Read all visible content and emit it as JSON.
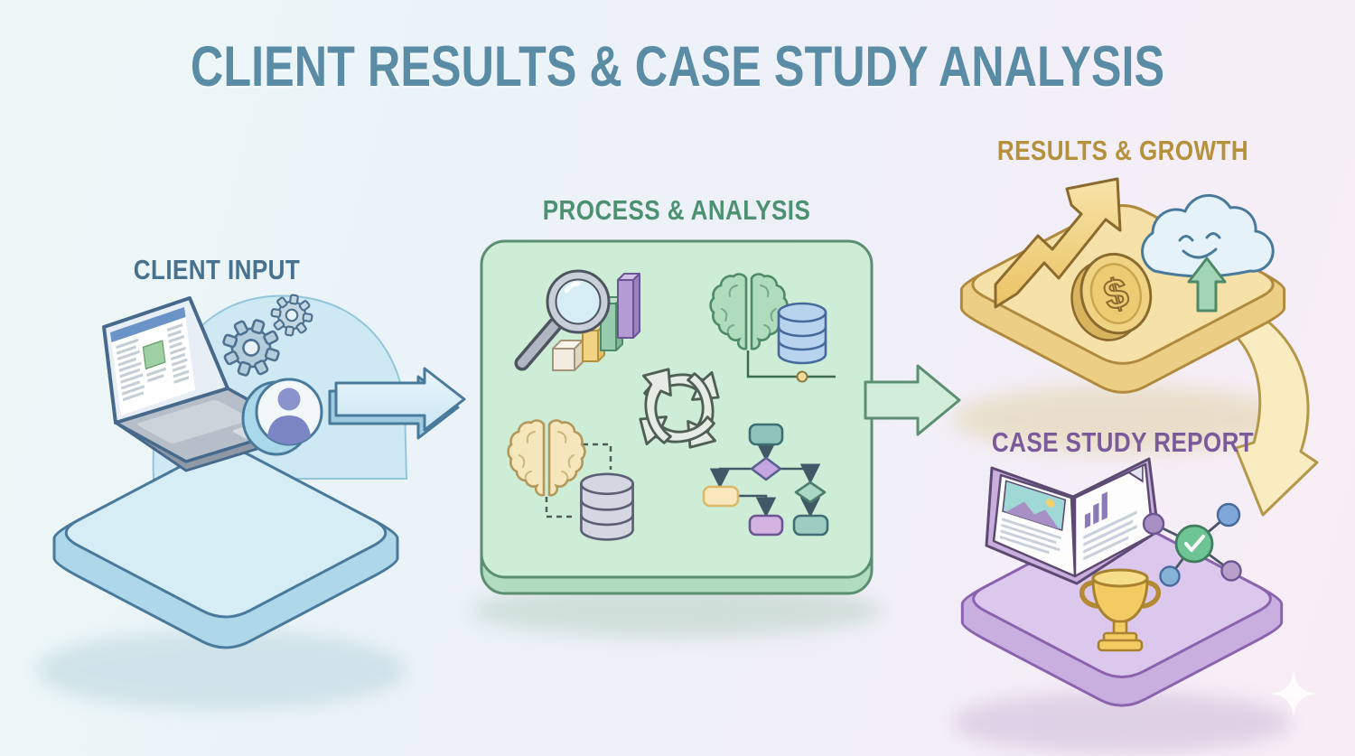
{
  "title": "CLIENT RESULTS & CASE STUDY ANALYSIS",
  "title_color": "#5b8ca6",
  "sections": {
    "client_input": {
      "label": "CLIENT INPUT",
      "label_color": "#46718f",
      "platform_color": "#cfe9f4",
      "icons": [
        "laptop-icon",
        "gears-icon",
        "user-avatar-icon"
      ]
    },
    "process_analysis": {
      "label": "PROCESS & ANALYSIS",
      "label_color": "#4c9171",
      "box_color": "#cdedd6",
      "icons": [
        "magnifier-bar-chart-icon",
        "green-brain-database-icon",
        "cycle-arrows-icon",
        "cream-brain-database-icon",
        "flowchart-icon"
      ]
    },
    "results_growth": {
      "label": "RESULTS & GROWTH",
      "label_color": "#b5913c",
      "platform_color": "#f5dfa0",
      "coin_symbol": "$",
      "icons": [
        "growth-arrow-icon",
        "dollar-coin-icon",
        "smiling-cloud-icon",
        "upload-arrow-icon"
      ]
    },
    "case_study_report": {
      "label": "CASE STUDY REPORT",
      "label_color": "#7b5a9b",
      "platform_color": "#dcc8ec",
      "icons": [
        "open-report-book-icon",
        "trophy-icon",
        "network-check-icon"
      ]
    }
  },
  "flow": [
    {
      "from": "client_input",
      "to": "process_analysis",
      "arrow": "right-block-arrow",
      "color": "#d9edf8"
    },
    {
      "from": "process_analysis",
      "to": "results_growth",
      "arrow": "right-block-arrow",
      "color": "#d2eeda"
    },
    {
      "from": "results_growth",
      "to": "case_study_report",
      "arrow": "curved-down-arrow",
      "color": "#f9ecc0"
    }
  ]
}
